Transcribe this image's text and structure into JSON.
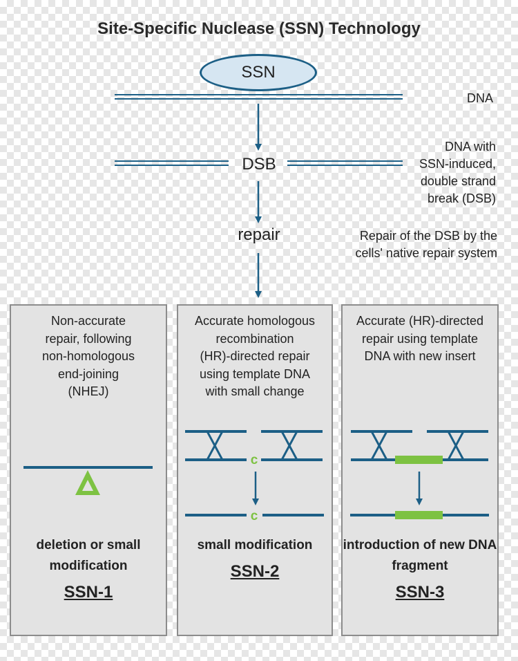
{
  "title": "Site-Specific Nuclease (SSN) Technology",
  "ssn_label": "SSN",
  "dsb_label": "DSB",
  "repair_label": "repair",
  "notes": {
    "dna": "DNA",
    "dsb_lines": [
      "DNA with",
      "SSN-induced,",
      "double strand",
      "break (DSB)"
    ],
    "repair_lines": [
      "Repair of the DSB by the",
      "cells' native repair system"
    ]
  },
  "panels": [
    {
      "description_lines": [
        "Non-accurate",
        "repair, following",
        "non-homologous",
        "end-joining",
        "(NHEJ)"
      ],
      "result_lines": [
        "deletion or small",
        "modification"
      ],
      "label": "SSN-1"
    },
    {
      "description_lines": [
        "Accurate homologous",
        "recombination",
        "(HR)-directed repair",
        "using template DNA",
        "with small change"
      ],
      "result_lines": [
        "small modification"
      ],
      "label": "SSN-2",
      "change_glyph": "c"
    },
    {
      "description_lines": [
        "Accurate (HR)-directed",
        "repair using template",
        "DNA with new insert"
      ],
      "result_lines": [
        "introduction of new DNA",
        "fragment"
      ],
      "label": "SSN-3"
    }
  ],
  "colors": {
    "dna_blue": "#1c5f86",
    "insert_green": "#7dc242",
    "panel_bg": "#e3e3e3",
    "panel_border": "#8c8c8c",
    "ellipse_fill": "#d6e6f2"
  }
}
